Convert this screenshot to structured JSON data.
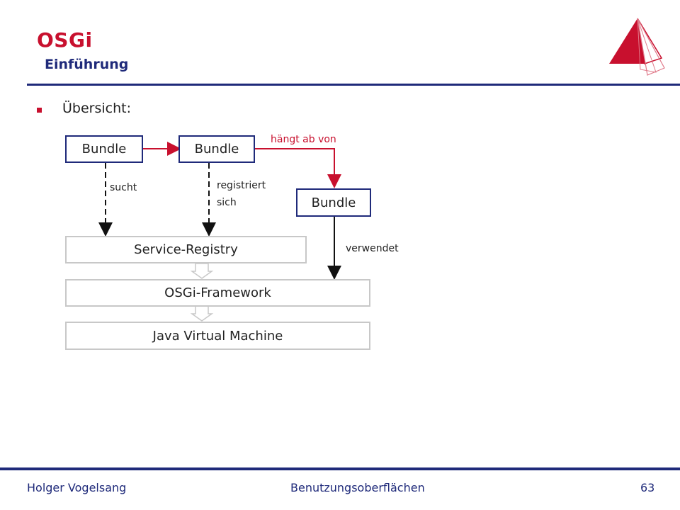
{
  "slide": {
    "title": "OSGi",
    "subtitle": "Einführung",
    "bullet": "Übersicht:"
  },
  "diagram": {
    "bundle_a": "Bundle",
    "bundle_b": "Bundle",
    "bundle_c": "Bundle",
    "service_registry": "Service-Registry",
    "framework": "OSGi-Framework",
    "jvm": "Java Virtual Machine",
    "label_sucht": "sucht",
    "label_registriert_1": "registriert",
    "label_registriert_2": "sich",
    "label_haengt": "hängt ab von",
    "label_verwendet": "verwendet"
  },
  "footer": {
    "author": "Holger Vogelsang",
    "course": "Benutzungsoberflächen",
    "page": "63"
  },
  "colors": {
    "accent_red": "#c8102e",
    "navy": "#1f2a7a",
    "layer_border": "#c8c8c8"
  },
  "icons": {
    "logo": "red-triangle-logo-icon",
    "bullet": "square-bullet-icon"
  }
}
